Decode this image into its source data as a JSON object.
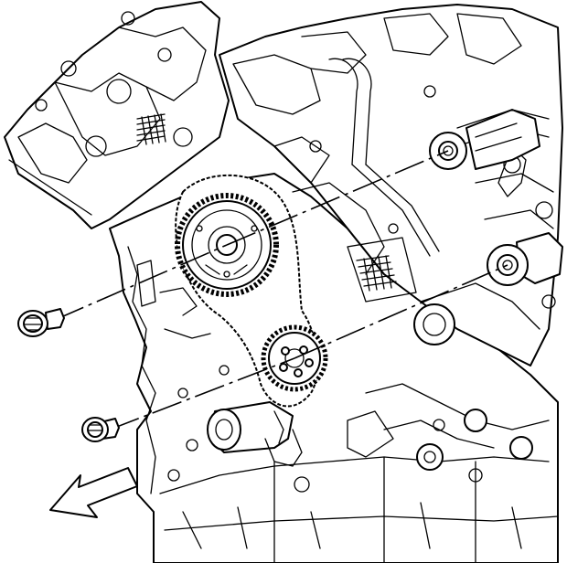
{
  "diagram": {
    "components": [
      "engine-block",
      "cylinder-head-left",
      "cylinder-head-right",
      "intake-camshaft-sprocket",
      "crankshaft-sprocket",
      "timing-chain",
      "camshaft-sprocket-bolt",
      "crankshaft-sprocket-bolt",
      "camshaft-end-upper",
      "camshaft-end-lower"
    ],
    "direction_arrow": "arrow-pointing-front-left",
    "colors": {
      "line": "#000000",
      "background": "#ffffff"
    }
  }
}
